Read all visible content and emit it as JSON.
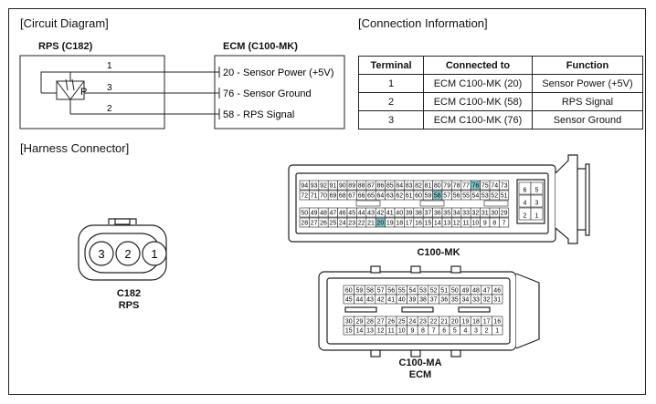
{
  "sections": {
    "circuit": "[Circuit Diagram]",
    "connection": "[Connection Information]",
    "harness": "[Harness Connector]"
  },
  "circuit": {
    "left_component": "RPS (C182)",
    "right_component": "ECM (C100-MK)",
    "sensor_symbol": "P",
    "left_pins": [
      "1",
      "3",
      "2"
    ],
    "right_labels": [
      "20 - Sensor Power (+5V)",
      "76 - Sensor Ground",
      "58 - RPS Signal"
    ]
  },
  "table": {
    "headers": [
      "Terminal",
      "Connected to",
      "Function"
    ],
    "rows": [
      [
        "1",
        "ECM C100-MK (20)",
        "Sensor Power (+5V)"
      ],
      [
        "2",
        "ECM C100-MK (58)",
        "RPS Signal"
      ],
      [
        "3",
        "ECM C100-MK (76)",
        "Sensor Ground"
      ]
    ]
  },
  "connectors": {
    "c182": {
      "pins": [
        "3",
        "2",
        "1"
      ],
      "name": "C182",
      "sub": "RPS"
    },
    "mk": {
      "name": "C100-MK",
      "highlight": [
        "20",
        "58",
        "76"
      ],
      "highlight_color": "#7fc4c8",
      "rows": [
        [
          "94",
          "93",
          "92",
          "91",
          "90",
          "89",
          "88",
          "87",
          "86",
          "85",
          "84",
          "83",
          "82",
          "81",
          "80",
          "79",
          "78",
          "77",
          "76",
          "75",
          "74",
          "73"
        ],
        [
          "72",
          "71",
          "70",
          "69",
          "68",
          "67",
          "66",
          "65",
          "64",
          "63",
          "62",
          "61",
          "60",
          "59",
          "58",
          "57",
          "56",
          "55",
          "54",
          "53",
          "52",
          "51"
        ],
        [
          "50",
          "49",
          "48",
          "47",
          "46",
          "45",
          "44",
          "43",
          "42",
          "41",
          "40",
          "39",
          "38",
          "37",
          "36",
          "35",
          "34",
          "33",
          "32",
          "31",
          "30",
          "29"
        ],
        [
          "28",
          "27",
          "26",
          "25",
          "24",
          "23",
          "22",
          "21",
          "20",
          "19",
          "18",
          "17",
          "16",
          "15",
          "14",
          "13",
          "12",
          "11",
          "10",
          "9",
          "8",
          "7"
        ]
      ],
      "side": [
        [
          "6",
          "5"
        ],
        [
          "4",
          "3"
        ],
        [
          "2",
          "1"
        ]
      ]
    },
    "ma": {
      "name": "C100-MA",
      "sub": "ECM",
      "rows": [
        [
          "60",
          "59",
          "58",
          "57",
          "56",
          "55",
          "54",
          "53",
          "52",
          "51",
          "50",
          "49",
          "48",
          "47",
          "46"
        ],
        [
          "45",
          "44",
          "43",
          "42",
          "41",
          "40",
          "39",
          "38",
          "37",
          "36",
          "35",
          "34",
          "33",
          "32",
          "31"
        ],
        [
          "30",
          "29",
          "28",
          "27",
          "26",
          "25",
          "24",
          "23",
          "22",
          "21",
          "20",
          "19",
          "18",
          "17",
          "16"
        ],
        [
          "15",
          "14",
          "13",
          "12",
          "11",
          "10",
          "9",
          "8",
          "7",
          "6",
          "5",
          "4",
          "3",
          "2",
          "1"
        ]
      ]
    }
  }
}
